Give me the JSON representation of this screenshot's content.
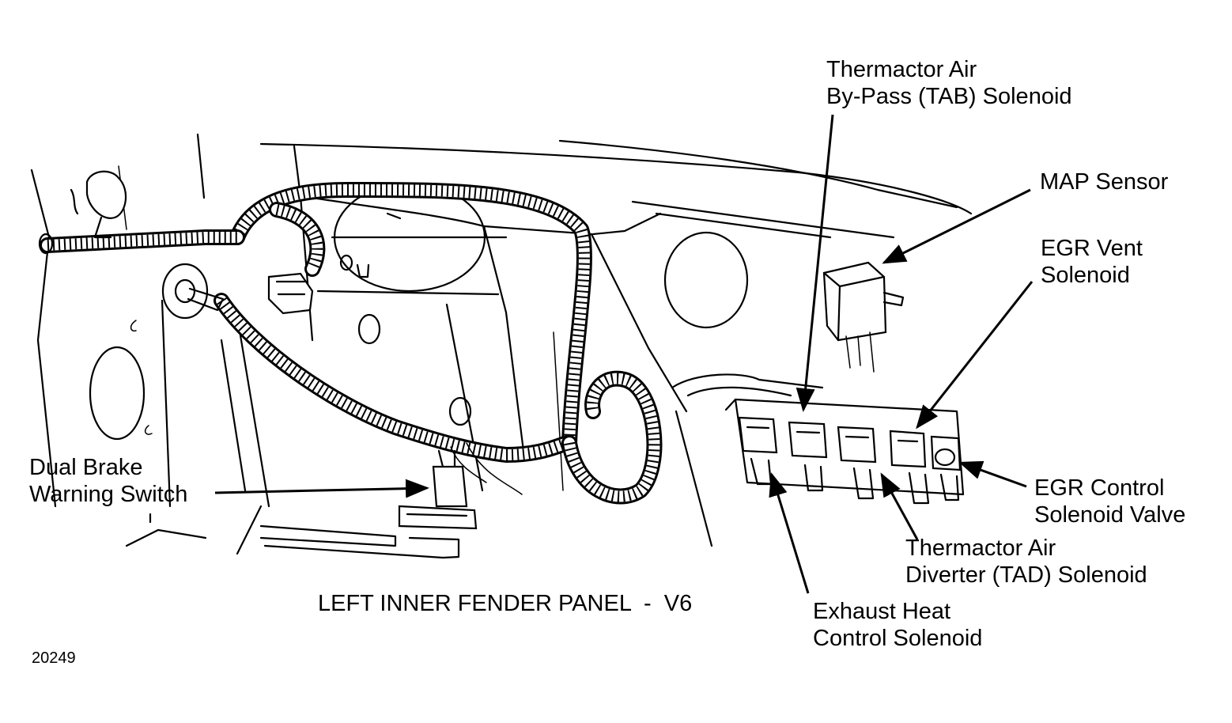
{
  "diagram": {
    "title": "LEFT INNER FENDER PANEL  -  V6",
    "figure_number": "20249",
    "labels": {
      "tab_solenoid": [
        "Thermactor Air",
        "By-Pass (TAB) Solenoid"
      ],
      "map_sensor": [
        "MAP Sensor"
      ],
      "egr_vent": [
        "EGR Vent",
        "Solenoid"
      ],
      "egr_control": [
        "EGR Control",
        "Solenoid Valve"
      ],
      "tad_solenoid": [
        "Thermactor Air",
        "Diverter (TAD) Solenoid"
      ],
      "exhaust_heat": [
        "Exhaust Heat",
        "Control Solenoid"
      ],
      "brake_switch": [
        "Dual Brake",
        "Warning Switch"
      ]
    }
  }
}
